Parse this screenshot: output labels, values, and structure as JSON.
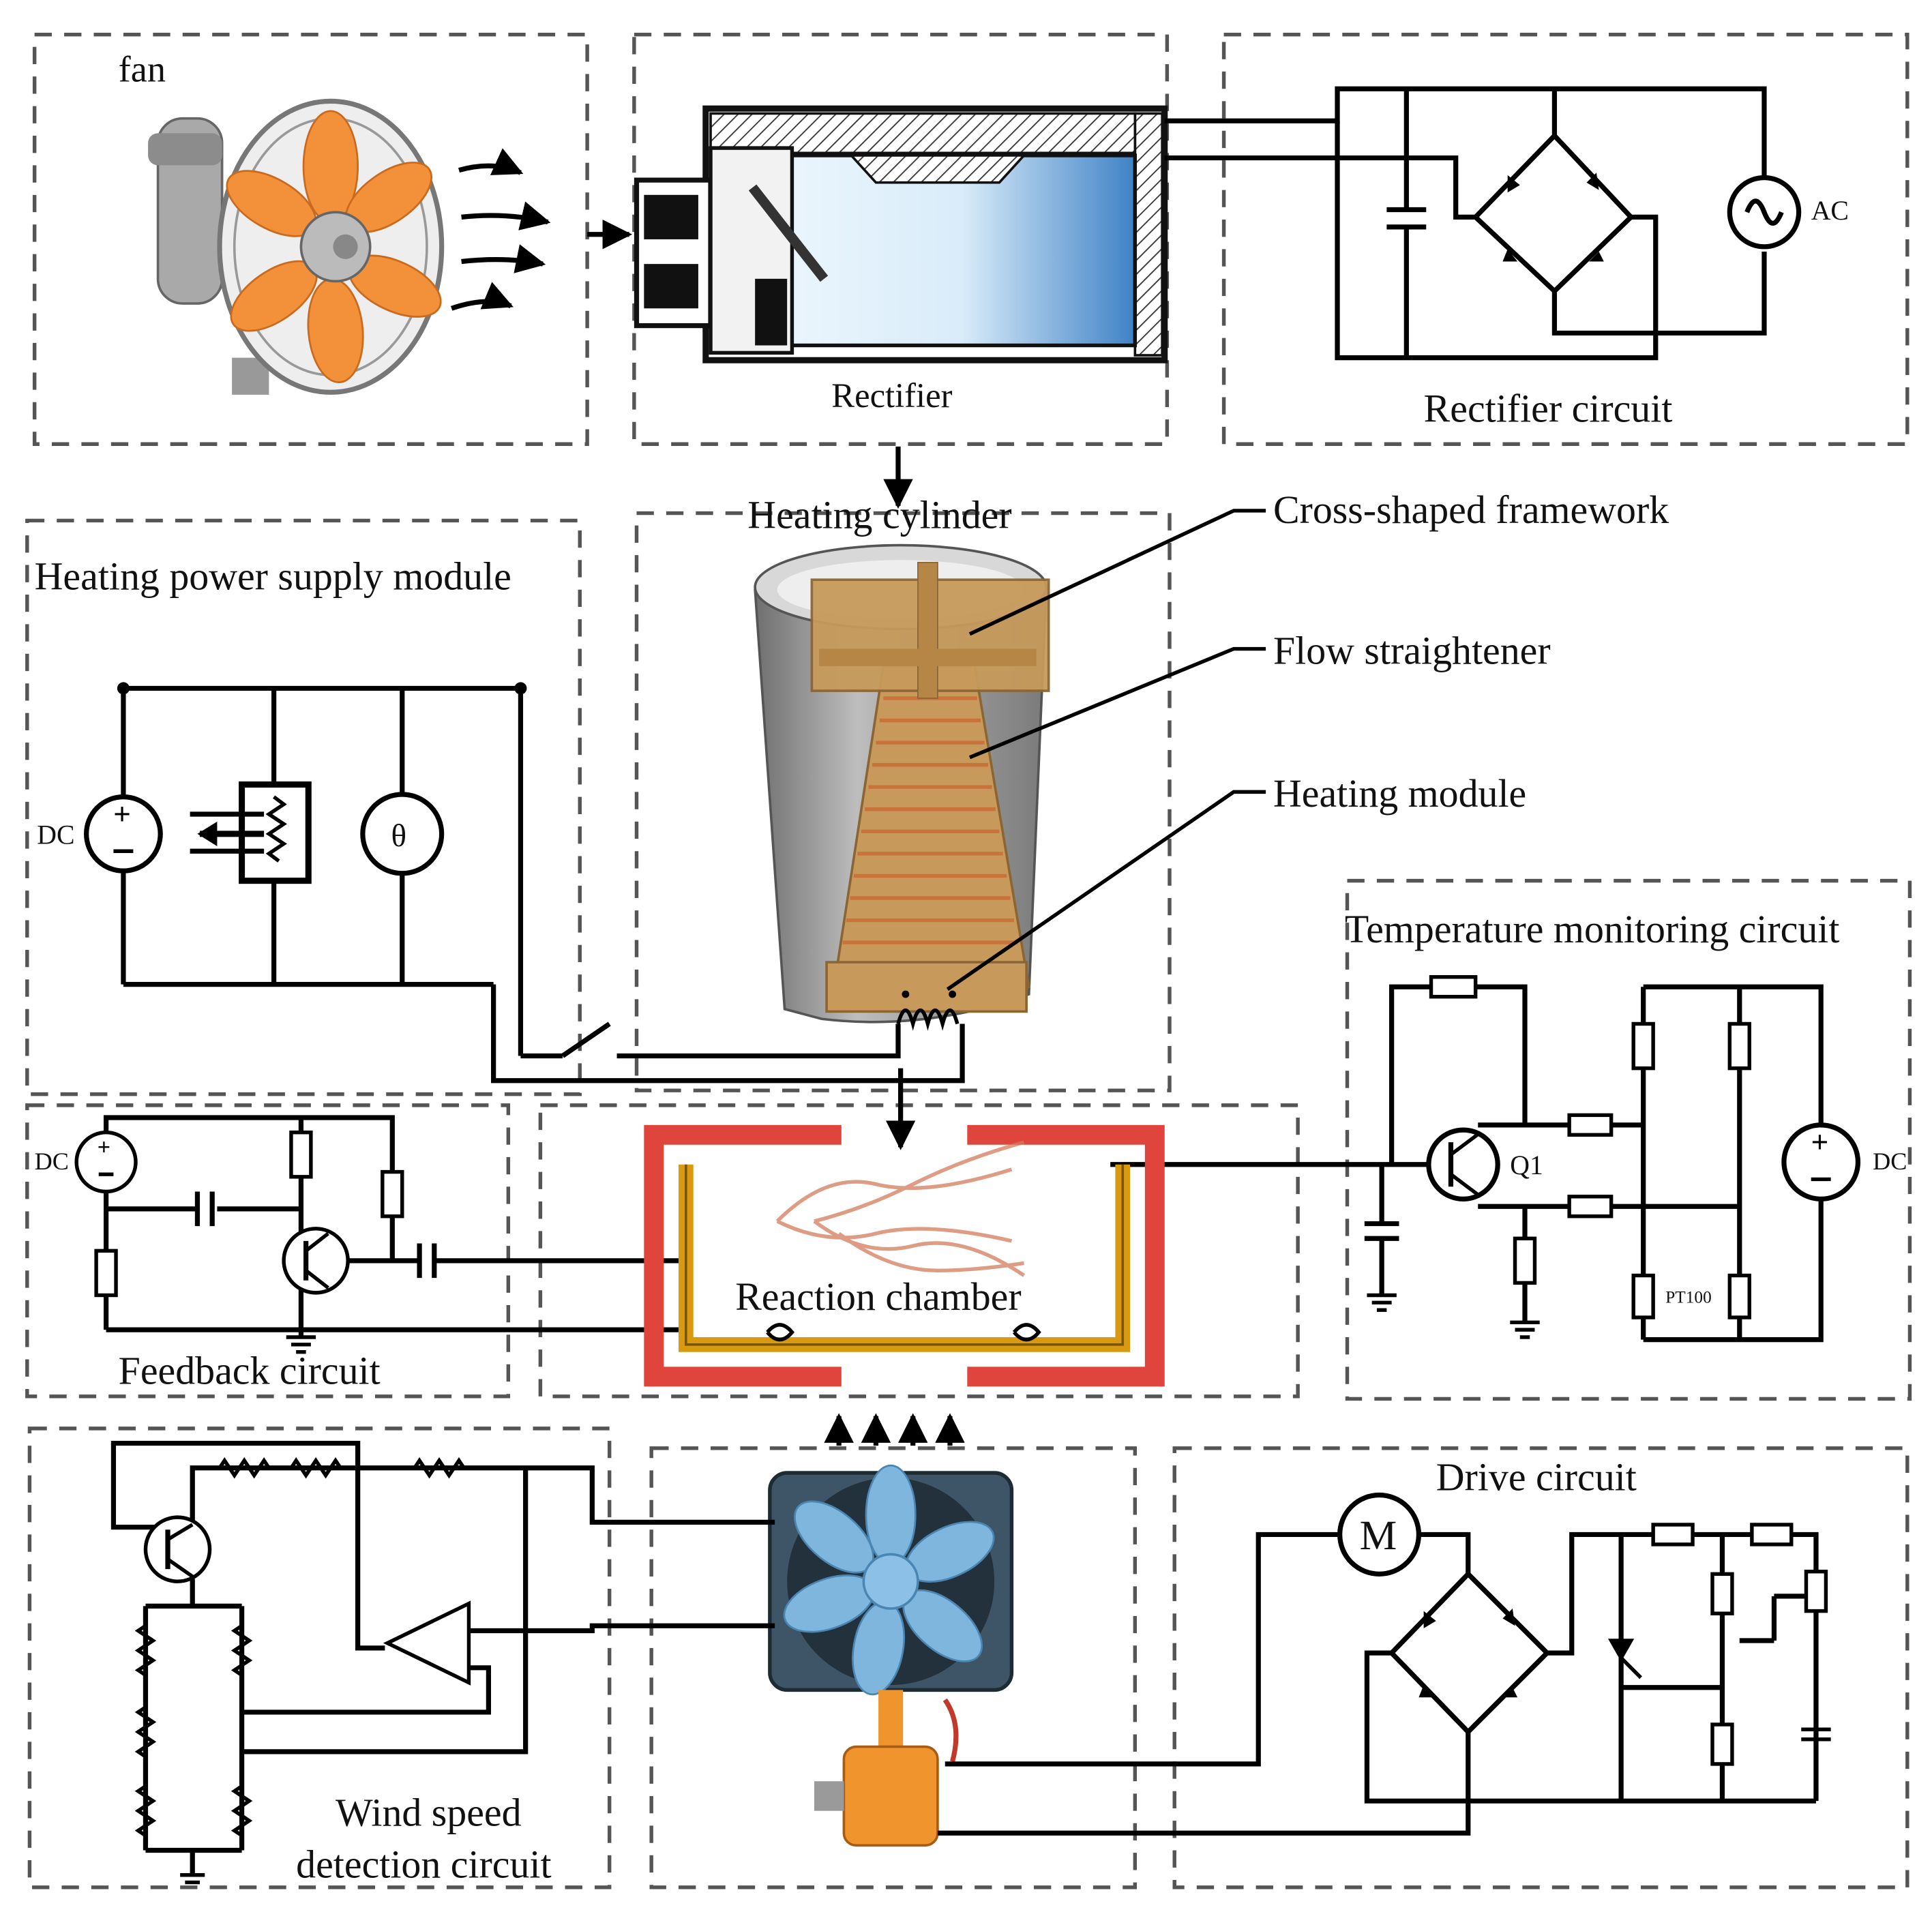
{
  "labels": {
    "fan": "fan",
    "rectifier": "Rectifier",
    "rectifier_circuit": "Rectifier circuit",
    "ac": "AC",
    "heating_cylinder": "Heating cylinder",
    "heating_power_supply_module": "Heating power supply module",
    "dc": "DC",
    "theta": "θ",
    "cross_shaped_framework": "Cross-shaped framework",
    "flow_straightener": "Flow straightener",
    "heating_module": "Heating module",
    "temperature_monitoring_circuit": "Temperature monitoring circuit",
    "q1": "Q1",
    "pt100": "PT100",
    "reaction_chamber": "Reaction chamber",
    "feedback_circuit": "Feedback circuit",
    "drive_circuit": "Drive circuit",
    "motor": "M",
    "wind_speed_line1": "Wind speed",
    "wind_speed_line2": "detection circuit"
  },
  "colors": {
    "fan_blade": "#f2913a",
    "fan_body": "#a9a9a9",
    "chamber_outer": "#e0453d",
    "chamber_inner": "#d99a12",
    "cylinder_gray": "#8e8e8e",
    "framework_wood": "#c79a5c",
    "coil_copper": "#c9733b",
    "cooling_fan_blade": "#7fb6de",
    "cooling_fan_frame": "#3d5566",
    "motor_orange": "#f0952e",
    "rectifier_blue": "#cfe6f7"
  },
  "icons": [
    "axial-fan-icon",
    "cooling-fan-icon",
    "motor-icon",
    "dna-helix-icon",
    "ac-source-icon",
    "dc-source-icon",
    "transistor-icon",
    "resistor-icon",
    "capacitor-icon",
    "diode-bridge-icon",
    "op-amp-icon",
    "ground-icon",
    "thermistor-icon"
  ]
}
